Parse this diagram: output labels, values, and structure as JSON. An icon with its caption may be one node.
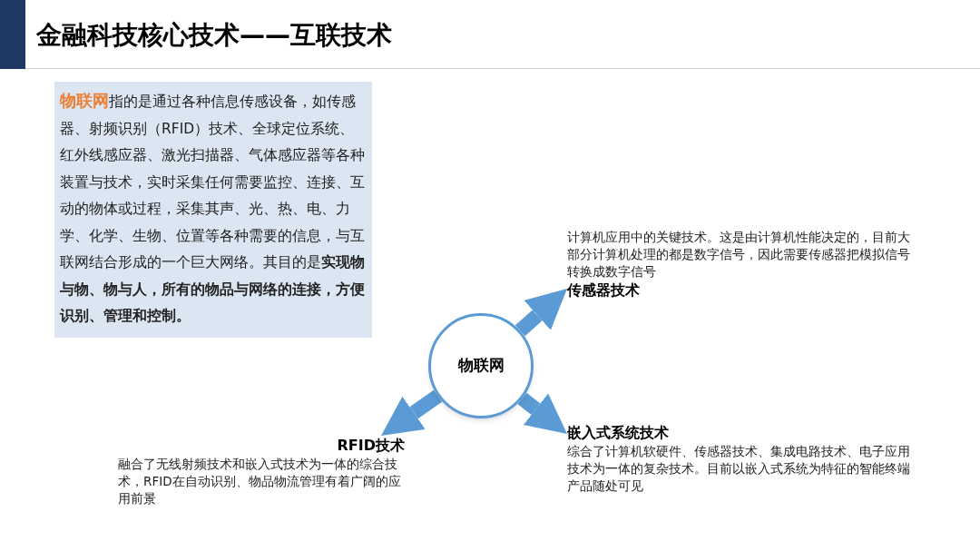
{
  "diagram": {
    "title": "金融科技核心技术——互联技术",
    "nodes": [
      {
        "text": [
          "**物联网**指的是通过各种信息传感设备，如传感器、射频识别（RFID）技术、全球定位系统、红外线感应器、激光扫描器、气体感应器等各种装置与技术，实时采集任何需要监控、连接、互动的物体或过程，采集其声、光、热、电、力学、化学、生物、位置等各种需要的信息，与互联网结合形成的一个巨大网络。其目的是**实现物与物、物与人，所有的物品与网络的连接，方便识别、管理和控制。**"
        ]
      },
      {
        "text": [
          "物联网"
        ]
      },
      {
        "text": [
          "计算机应用中的关键技术。这是由计算机性能决定的，目前大部分计算机处理的都是数字信号，因此需要传感器把模拟信号转换成数字信号",
          "传感器技术"
        ]
      },
      {
        "text": [
          "嵌入式系统技术",
          "综合了计算机软硬件、传感器技术、集成电路技术、电子应用技术为一体的复杂技术。目前以嵌入式系统为特征的智能终端产品随处可见"
        ]
      },
      {
        "text": [
          "RFID技术",
          "融合了无线射频技术和嵌入式技术为一体的综合技术，RFID在自动识别、物品物流管理有着广阔的应用前景"
        ]
      }
    ],
    "edges": [
      {
        "from": 1,
        "to": 2,
        "arrow": "to"
      },
      {
        "from": 1,
        "to": 4,
        "arrow": "to"
      },
      {
        "from": 1,
        "to": 3,
        "arrow": "to"
      }
    ]
  }
}
